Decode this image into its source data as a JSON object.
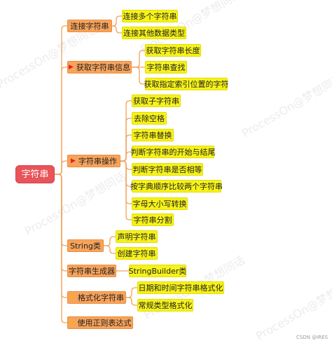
{
  "colors": {
    "root": "#e8545a",
    "branch": "#f7a35b",
    "leaf": "#f6f21a",
    "line": "#f0a35b"
  },
  "root": {
    "label": "字符串"
  },
  "branches": [
    {
      "label": "连接字符串",
      "marker": "",
      "children": [
        "连接多个字符串",
        "连接其他数据类型"
      ]
    },
    {
      "label": "获取字符串信息",
      "marker": "flag-icon",
      "children": [
        "获取字符串长度",
        "字符串查找",
        "获取指定索引位置的字符"
      ]
    },
    {
      "label": "字符串操作",
      "marker": "flag-icon",
      "children": [
        "获取子字符串",
        "去除空格",
        "字符串替换",
        "判断字符串的开始与结尾",
        "判断字符串是否相等",
        "按字典顺序比较两个字符串",
        "字母大小写转换",
        "字符串分割"
      ]
    },
    {
      "label": "String类",
      "marker": "",
      "children": [
        "声明字符串",
        "创建字符串"
      ]
    },
    {
      "label": "字符串生成器",
      "marker": "",
      "children": [
        "StringBuilder类"
      ]
    },
    {
      "label": "格式化字符串",
      "marker": "star-icon",
      "children": [
        "日期和时间字符串格式化",
        "常规类型格式化"
      ]
    },
    {
      "label": "使用正则表达式",
      "marker": "star-icon",
      "children": []
    }
  ],
  "watermark": {
    "text": "ProcessOn@梦想同话"
  },
  "credit": {
    "text": "CSDN @IRES"
  }
}
